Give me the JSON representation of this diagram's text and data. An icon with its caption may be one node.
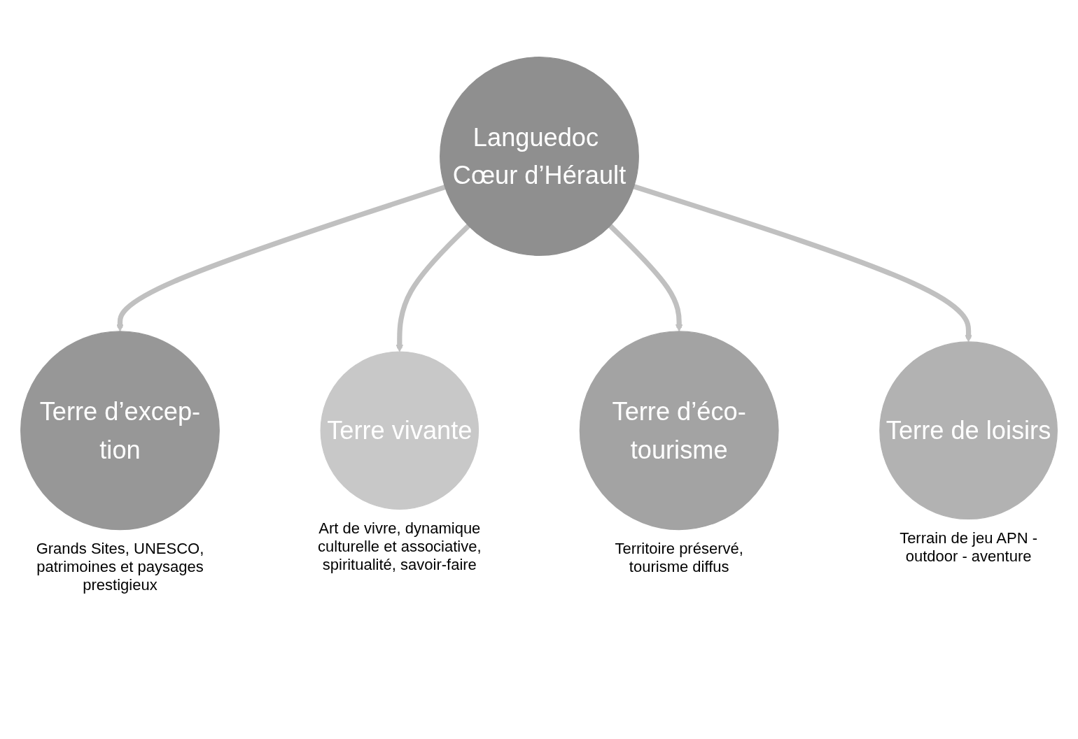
{
  "diagram": {
    "nodes": [
      {
        "text": [
          "Terre d’excep-tion"
        ],
        "beside": [
          "Grands Sites, UNESCO, patrimoines et paysages prestigieux"
        ]
      },
      {
        "text": [
          "Terre vivante"
        ],
        "beside": [
          "Art de vivre, dynamique culturelle et associative, spiritualité, savoir-faire"
        ]
      },
      {
        "text": [
          "Languedoc Cœur d’Hérault"
        ]
      },
      {
        "text": [
          "Terre d’éco-tourisme"
        ],
        "beside": [
          "Territoire préservé, tourisme diffus"
        ]
      },
      {
        "text": [
          "Terre de loisirs"
        ],
        "beside": [
          "Terrain de jeu APN - outdoor - aventure"
        ]
      }
    ],
    "edges": [
      {
        "from": 2,
        "to": 0,
        "arrow": "to"
      },
      {
        "from": 2,
        "to": 1,
        "arrow": "to"
      },
      {
        "from": 2,
        "to": 3,
        "arrow": "to"
      },
      {
        "from": 2,
        "to": 4,
        "arrow": "to"
      }
    ]
  }
}
